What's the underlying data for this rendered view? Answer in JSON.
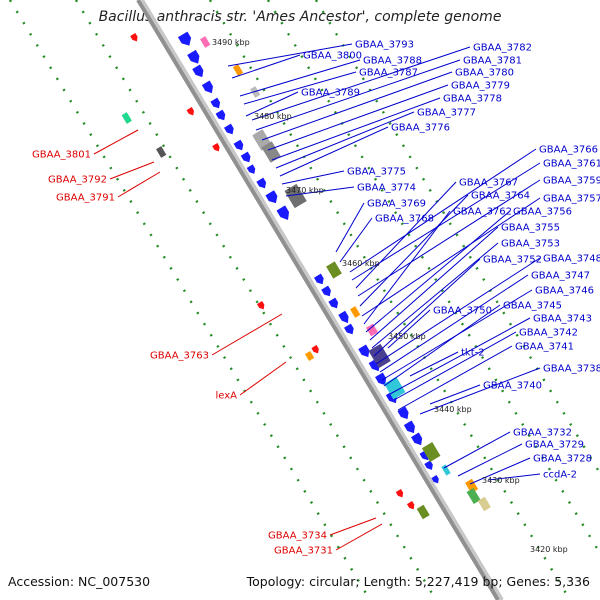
{
  "header": {
    "title": "Bacillus anthracis str. 'Ames Ancestor', complete genome"
  },
  "footer": {
    "accession": "Accession: NC_007530",
    "topology": "Topology: circular; Length: 5,227,419 bp; Genes: 5,336"
  },
  "colors": {
    "forward_label": "#0000cc",
    "reverse_label": "#dd0000",
    "gene_forward": "#1a1aff",
    "gene_reverse": "#ff1010",
    "backbone": "#909090",
    "track_dots": "#228b22"
  },
  "map": {
    "kbp_markers": [
      "3490 kbp",
      "3480 kbp",
      "3470 kbp",
      "3460 kbp",
      "3450 kbp",
      "3440 kbp",
      "3430 kbp",
      "3420 kbp"
    ],
    "forward_labels": [
      "GBAA_3793",
      "GBAA_3800",
      "GBAA_3788",
      "GBAA_3787",
      "GBAA_3789",
      "GBAA_3782",
      "GBAA_3781",
      "GBAA_3780",
      "GBAA_3779",
      "GBAA_3778",
      "GBAA_3777",
      "GBAA_3776",
      "GBAA_3775",
      "GBAA_3774",
      "GBAA_3769",
      "GBAA_3768",
      "GBAA_3766",
      "GBAA_3761",
      "GBAA_3767",
      "GBAA_3759",
      "GBAA_3764",
      "GBAA_3757",
      "GBAA_3762",
      "GBAA_3756",
      "GBAA_3755",
      "GBAA_3753",
      "GBAA_3752",
      "GBAA_3748",
      "GBAA_3747",
      "GBAA_3746",
      "GBAA_3750",
      "GBAA_3745",
      "GBAA_3743",
      "GBAA_3742",
      "tkt-2",
      "GBAA_3741",
      "GBAA_3738",
      "GBAA_3740",
      "GBAA_3732",
      "GBAA_3729",
      "GBAA_3728",
      "ccdA-2"
    ],
    "reverse_labels": [
      "GBAA_3801",
      "GBAA_3792",
      "GBAA_3791",
      "GBAA_3763",
      "lexA",
      "GBAA_3734",
      "GBAA_3731"
    ]
  }
}
